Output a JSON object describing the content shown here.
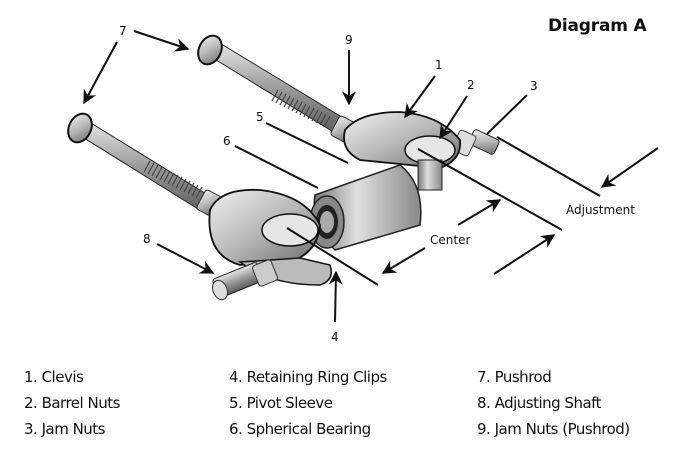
{
  "title": "Diagram A",
  "callouts": {
    "c1": "1",
    "c2": "2",
    "c3": "3",
    "c4": "4",
    "c5": "5",
    "c6": "6",
    "c7": "7",
    "c8": "8",
    "c9": "9",
    "adjustment": "Adjustment",
    "center": "Center"
  },
  "legend": {
    "columns": [
      [
        "1. Clevis",
        "2. Barrel Nuts",
        "3. Jam Nuts"
      ],
      [
        "4. Retaining Ring Clips",
        "5. Pivot Sleeve",
        "6. Spherical Bearing"
      ],
      [
        "7. Pushrod",
        "8. Adjusting Shaft",
        "9. Jam Nuts (Pushrod)"
      ]
    ]
  }
}
